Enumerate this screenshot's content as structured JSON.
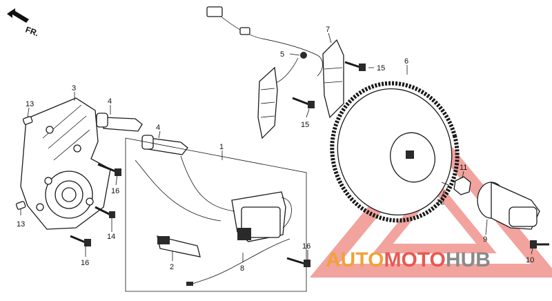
{
  "direction_label": "FR.",
  "callouts": [
    {
      "id": "1",
      "text": "1"
    },
    {
      "id": "2",
      "text": "2"
    },
    {
      "id": "3",
      "text": "3"
    },
    {
      "id": "4a",
      "text": "4"
    },
    {
      "id": "4b",
      "text": "4"
    },
    {
      "id": "5",
      "text": "5"
    },
    {
      "id": "6",
      "text": "6"
    },
    {
      "id": "7",
      "text": "7"
    },
    {
      "id": "8",
      "text": "8"
    },
    {
      "id": "9",
      "text": "9"
    },
    {
      "id": "10",
      "text": "10"
    },
    {
      "id": "11",
      "text": "11"
    },
    {
      "id": "12",
      "text": "12"
    },
    {
      "id": "13a",
      "text": "13"
    },
    {
      "id": "13b",
      "text": "13"
    },
    {
      "id": "14",
      "text": "14"
    },
    {
      "id": "15a",
      "text": "15"
    },
    {
      "id": "15b",
      "text": "15"
    },
    {
      "id": "16a",
      "text": "16"
    },
    {
      "id": "16b",
      "text": "16"
    },
    {
      "id": "16c",
      "text": "16"
    }
  ],
  "watermark": {
    "part1": "AUTO",
    "part2": "MOTO",
    "part3": "HUB",
    "color_orange": "#f0a23a",
    "color_red": "#e8584f",
    "color_gray": "#8a8a8a"
  }
}
